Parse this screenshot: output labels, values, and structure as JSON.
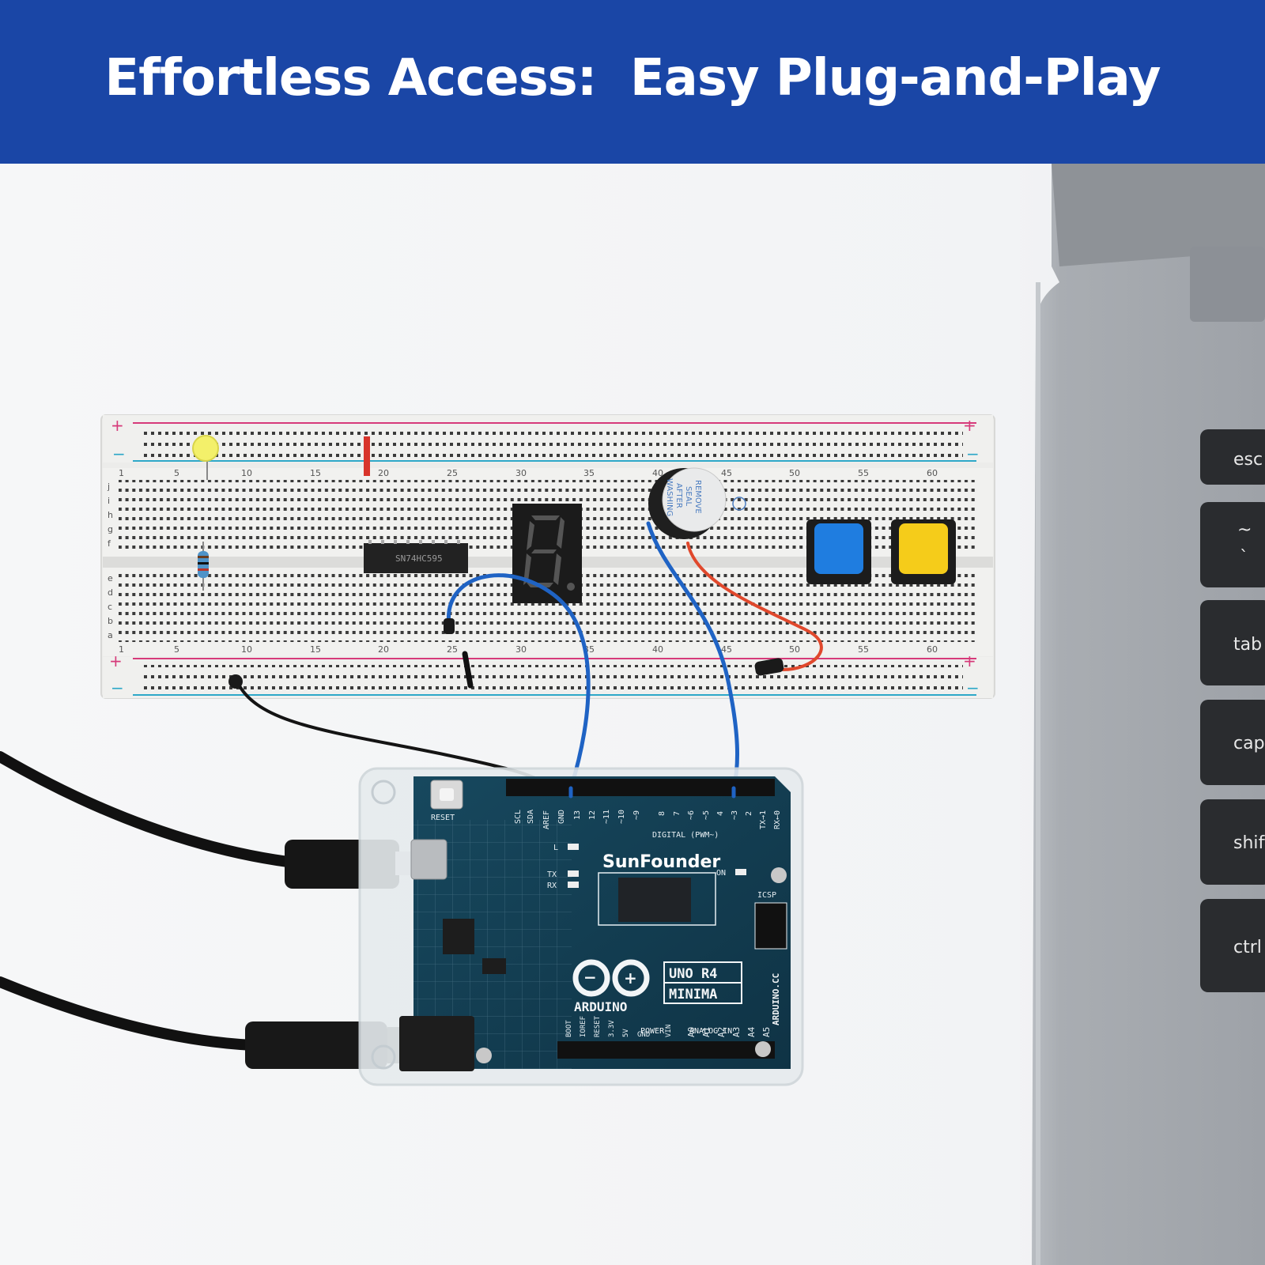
{
  "banner": {
    "headline": "Effortless Access:  Easy Plug-and-Play",
    "background": "#1a46a6",
    "text_color": "#ffffff"
  },
  "photo": {
    "breadboard": {
      "column_numbers": [
        "1",
        "5",
        "10",
        "15",
        "20",
        "25",
        "30",
        "35",
        "40",
        "45",
        "50",
        "55",
        "60"
      ],
      "row_letters_top": [
        "j",
        "i",
        "h",
        "g",
        "f"
      ],
      "row_letters_bottom": [
        "e",
        "d",
        "c",
        "b",
        "a"
      ],
      "rail_plus": "+",
      "rail_minus": "−",
      "ic_marking": "SN74HC595",
      "buzzer_label": [
        "REMOVE",
        "SEAL",
        "AFTER",
        "WASHING"
      ]
    },
    "board": {
      "brand": "SunFounder",
      "maker": "ARDUINO",
      "model_line1": "UNO  R4",
      "model_line2": "MINIMA",
      "site": "ARDUINO.CC",
      "reset_label": "RESET",
      "digital_label": "DIGITAL (PWM~)",
      "power_label": "POWER",
      "analog_label": "ANALOG IN",
      "icsp_label": "ICSP",
      "top_pins": [
        "SCL",
        "SDA",
        "AREF",
        "GND",
        "13",
        "12",
        "~11",
        "~10",
        "~9",
        "8",
        "7",
        "~6",
        "~5",
        "4",
        "~3",
        "2",
        "TX→1",
        "RX←0"
      ],
      "power_pins": [
        "BOOT",
        "IOREF",
        "RESET",
        "3.3V",
        "5V",
        "GND",
        "GND",
        "VIN"
      ],
      "analog_pins": [
        "A0",
        "A1",
        "A2",
        "A3",
        "A4",
        "A5"
      ],
      "leds": [
        "L",
        "TX",
        "RX",
        "ON"
      ]
    },
    "laptop_keys": [
      "esc",
      "~\n`",
      "tab",
      "caps",
      "shift",
      "ctrl"
    ]
  }
}
